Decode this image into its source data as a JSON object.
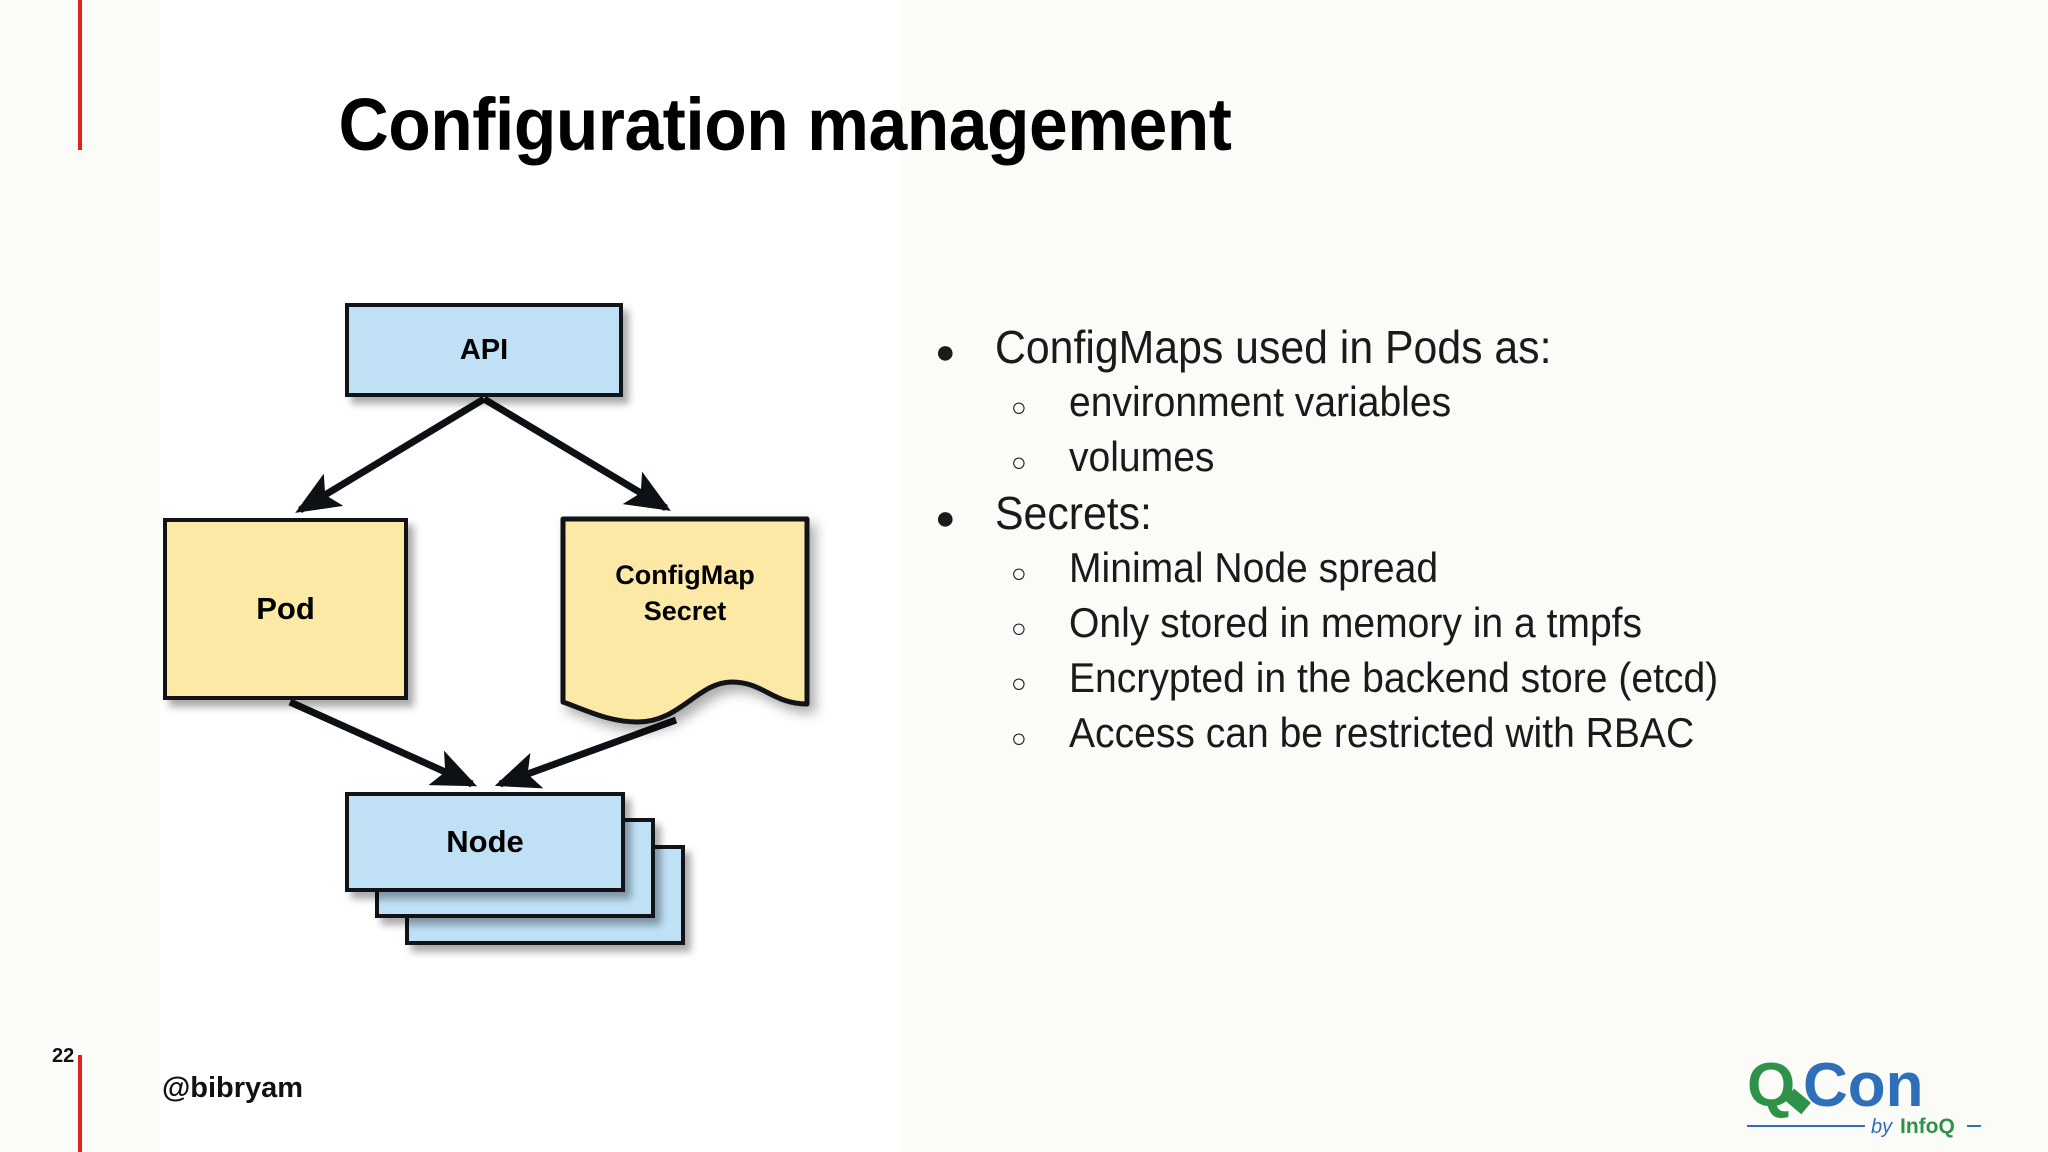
{
  "slide": {
    "title": "Configuration management",
    "page_number": "22",
    "handle": "@bibryam",
    "background_color": "#fbfcf8",
    "accent_line_color": "#e02020"
  },
  "diagram": {
    "type": "flow",
    "colors": {
      "blue_fill": "#bfe0f5",
      "yellow_fill": "#fce9a6",
      "stroke": "#111318"
    },
    "nodes": [
      {
        "id": "api",
        "label": "API",
        "shape": "rectangle",
        "fill": "#bfe0f5"
      },
      {
        "id": "pod",
        "label": "Pod",
        "shape": "rectangle",
        "fill": "#fce9a6"
      },
      {
        "id": "configmap",
        "label_line1": "ConfigMap",
        "label_line2": "Secret",
        "shape": "document",
        "fill": "#fce9a6"
      },
      {
        "id": "node",
        "label": "Node",
        "shape": "stacked-rectangle",
        "fill": "#bfe0f5",
        "stack_count": 3
      }
    ],
    "edges": [
      {
        "from": "api",
        "to": "pod"
      },
      {
        "from": "api",
        "to": "configmap"
      },
      {
        "from": "pod",
        "to": "node"
      },
      {
        "from": "configmap",
        "to": "node"
      }
    ]
  },
  "content": {
    "bullets": [
      {
        "level": 1,
        "marker": "●",
        "text": "ConfigMaps used in Pods as:"
      },
      {
        "level": 2,
        "marker": "○",
        "text": "environment variables"
      },
      {
        "level": 2,
        "marker": "○",
        "text": "volumes"
      },
      {
        "level": 1,
        "marker": "●",
        "text": "Secrets:"
      },
      {
        "level": 2,
        "marker": "○",
        "text": "Minimal Node spread"
      },
      {
        "level": 2,
        "marker": "○",
        "text": "Only stored in memory in a tmpfs"
      },
      {
        "level": 2,
        "marker": "○",
        "text": "Encrypted in the backend store (etcd)"
      },
      {
        "level": 2,
        "marker": "○",
        "text": "Access can be restricted with RBAC"
      }
    ]
  },
  "logo": {
    "name": "qcon-logo",
    "q_text": "Q",
    "con_text": "Con",
    "by_text": "by ",
    "infoq_text": "InfoQ",
    "q_color": "#2e9248",
    "con_color": "#2f6fba",
    "infoq_color": "#2e9248"
  }
}
